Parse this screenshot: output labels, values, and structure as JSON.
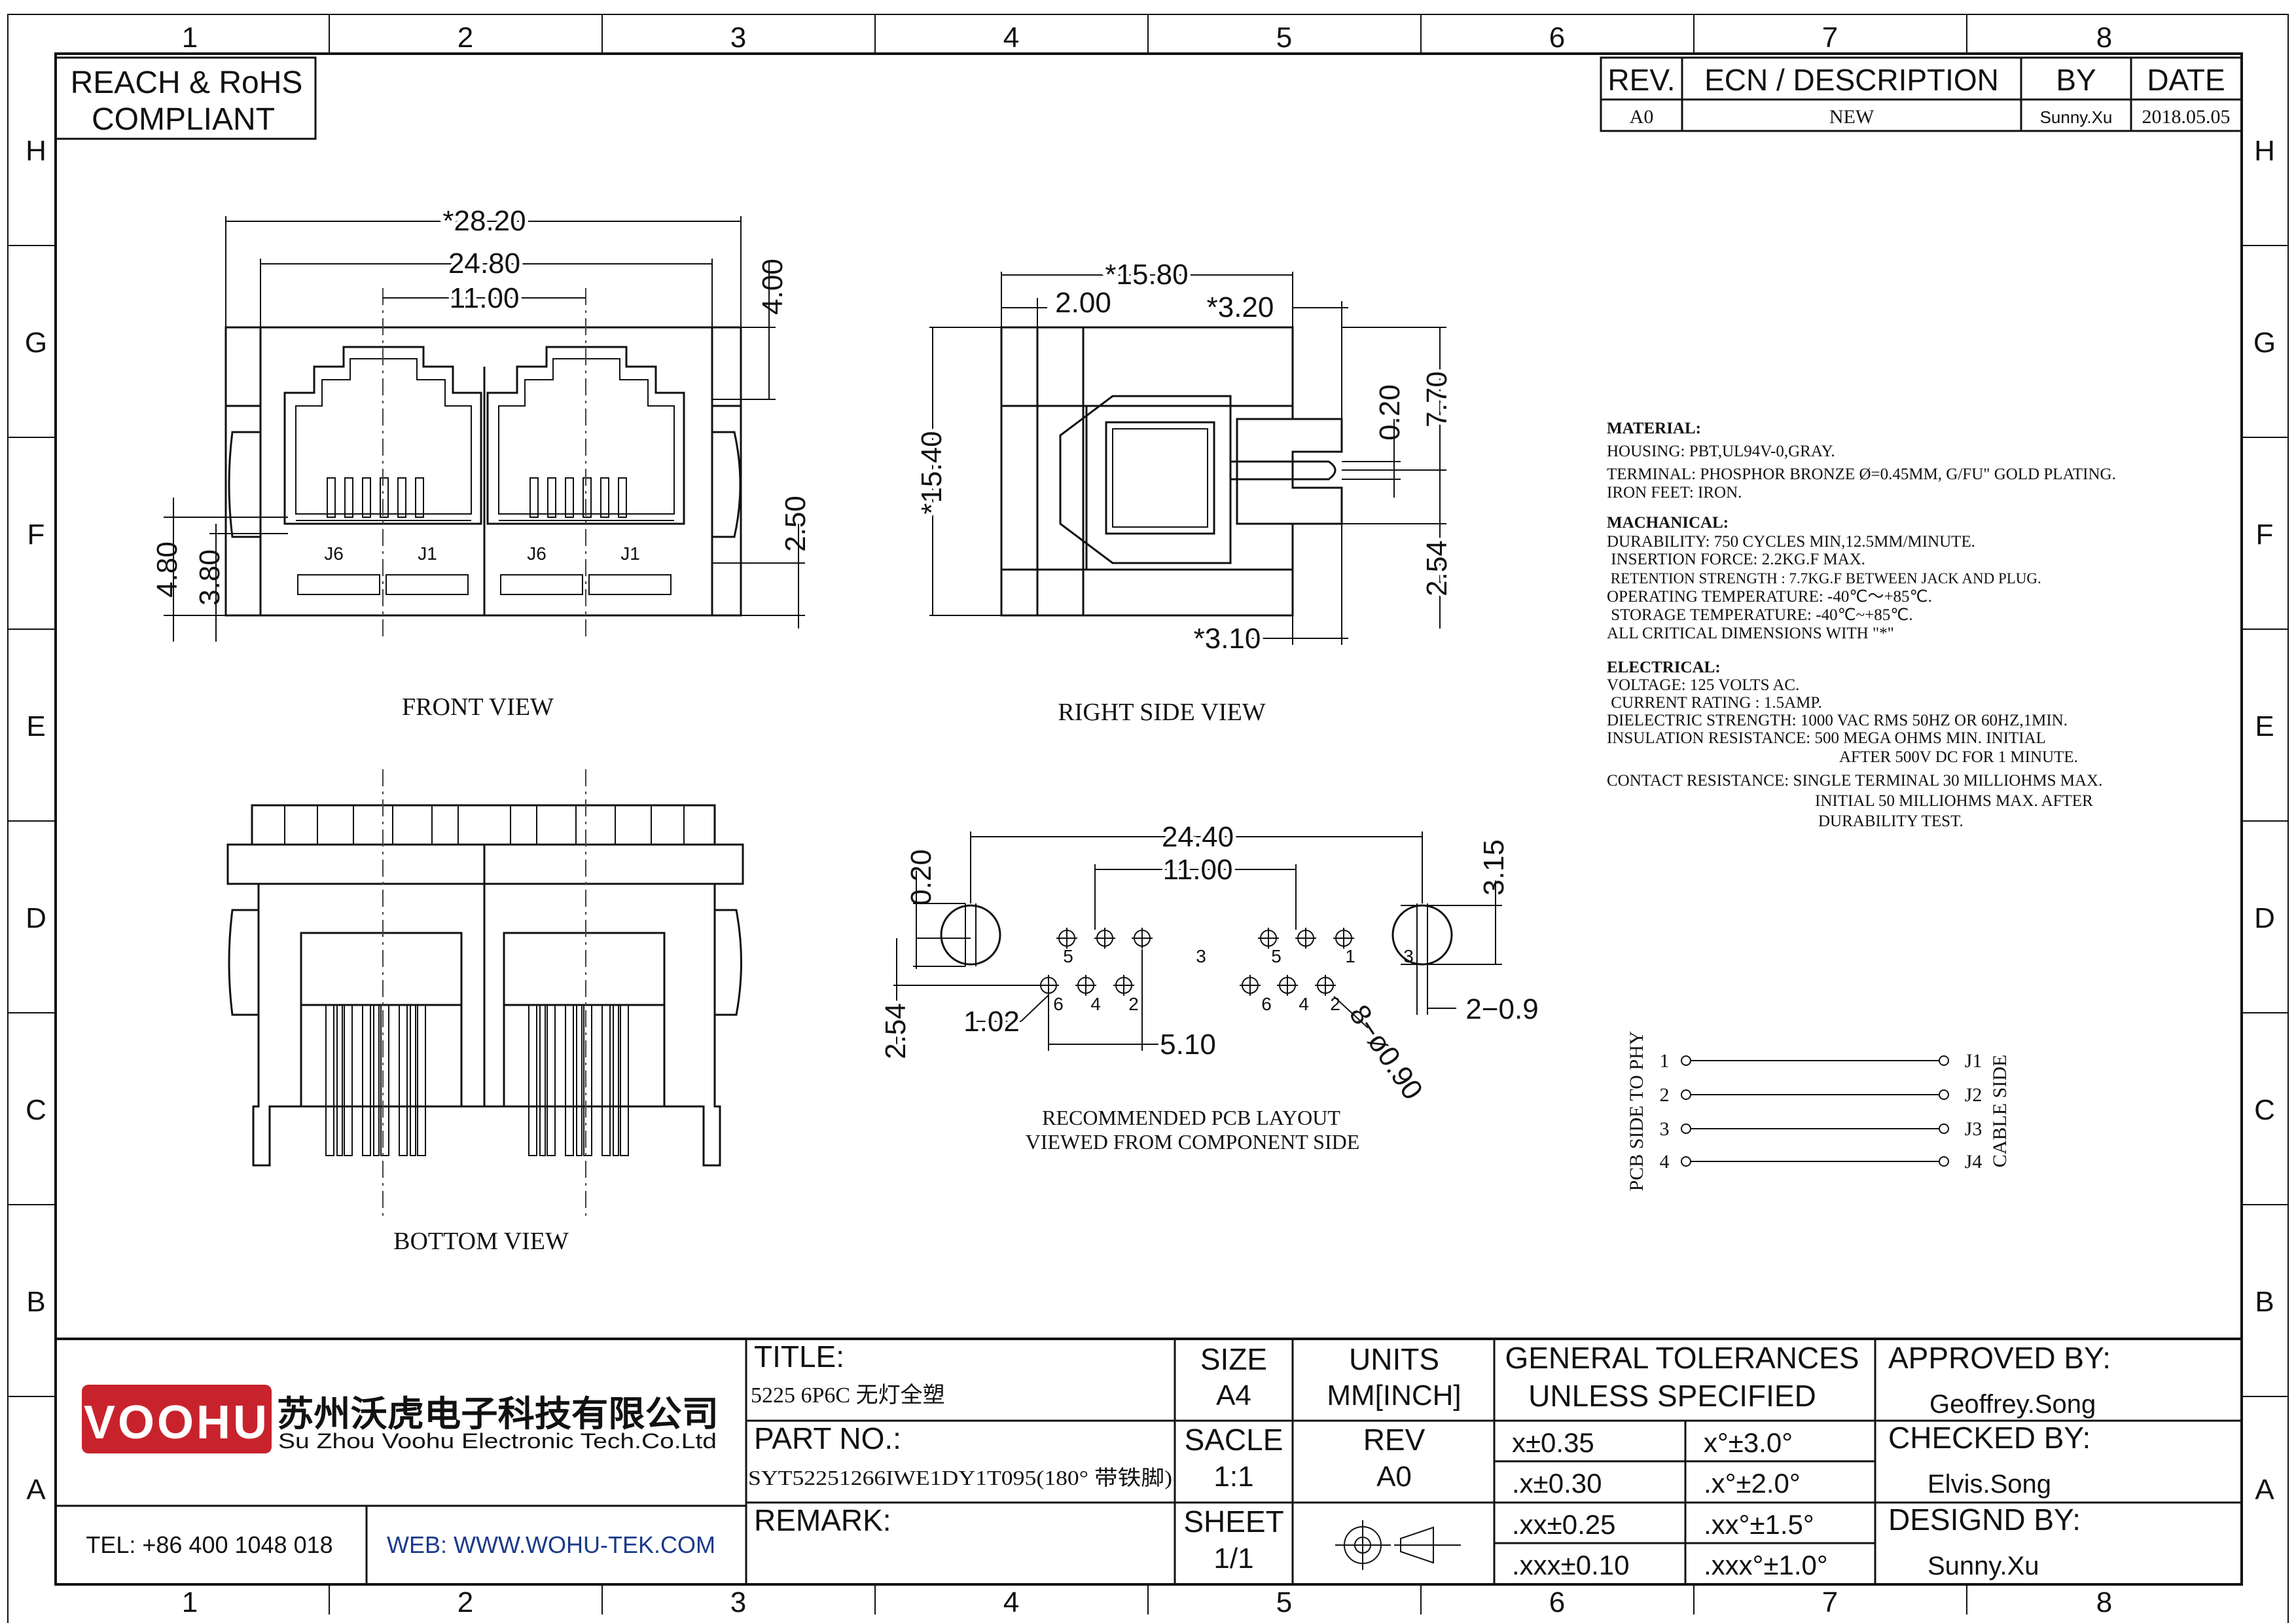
{
  "frame": {
    "columns": [
      "1",
      "2",
      "3",
      "4",
      "5",
      "6",
      "7",
      "8"
    ],
    "rows": [
      "H",
      "G",
      "F",
      "E",
      "D",
      "C",
      "B",
      "A"
    ]
  },
  "compliance": {
    "line1": "REACH & RoHS",
    "line2": "COMPLIANT"
  },
  "revision_table": {
    "headers": {
      "rev": "REV.",
      "ecn": "ECN / DESCRIPTION",
      "by": "BY",
      "date": "DATE"
    },
    "row": {
      "rev": "A0",
      "ecn": "NEW",
      "by": "Sunny.Xu",
      "date": "2018.05.05"
    }
  },
  "front_view": {
    "label": "FRONT VIEW",
    "dim_overall": "*28.20",
    "dim_body": "24.80",
    "dim_pitch": "11.00",
    "dim_top": "4.00",
    "dim_right": "2.50",
    "dim_left_outer": "4.80",
    "dim_left_inner": "3.80",
    "pin_left_a": "J6",
    "pin_left_b": "J1",
    "pin_right_a": "J6",
    "pin_right_b": "J1"
  },
  "side_view": {
    "label": "RIGHT SIDE VIEW",
    "dim_depth": "*15.80",
    "dim_front": "2.00",
    "dim_tail_top": "*3.20",
    "dim_height": "*15.40",
    "dim_slot": "0.20",
    "dim_upper": "7.70",
    "dim_lower": "2.54",
    "dim_tail_bottom": "*3.10"
  },
  "bottom_view": {
    "label": "BOTTOM VIEW"
  },
  "pcb_layout": {
    "caption_line1": "RECOMMENDED PCB LAYOUT",
    "caption_line2": "VIEWED FROM COMPONENT SIDE",
    "dim_overall": "24.40",
    "dim_pitch": "11.00",
    "dim_slot": "0.20",
    "dim_row": "2.54",
    "dim_pin": "1.02",
    "dim_span": "5.10",
    "dim_peg": "3.15",
    "dim_peg_hole": "2−0.9",
    "dim_hole": "8−ø0.90",
    "pin_labels_left": [
      "5",
      "3",
      "6",
      "4",
      "2"
    ],
    "pin_labels_right": [
      "5",
      "1",
      "6",
      "4",
      "2"
    ],
    "center_label": "3",
    "peg_label": "3"
  },
  "specs": {
    "material_title": "MATERIAL:",
    "material": [
      "HOUSING: PBT,UL94V-0,GRAY.",
      "TERMINAL: PHOSPHOR BRONZE Ø=0.45MM, G/FU\" GOLD PLATING.",
      "IRON FEET: IRON."
    ],
    "mechanical_title": "MACHANICAL:",
    "mechanical": [
      "DURABILITY: 750 CYCLES MIN,12.5MM/MINUTE.",
      " INSERTION FORCE: 2.2KG.F MAX.",
      " RETENTION STRENGTH : 7.7KG.F BETWEEN JACK AND PLUG.",
      "OPERATING TEMPERATURE: -40℃～+85℃.",
      " STORAGE TEMPERATURE: -40℃~+85℃.",
      "ALL CRITICAL DIMENSIONS WITH \"*\""
    ],
    "electrical_title": "ELECTRICAL:",
    "electrical": [
      "VOLTAGE: 125 VOLTS AC.",
      " CURRENT RATING : 1.5AMP.",
      "DIELECTRIC STRENGTH: 1000 VAC RMS 50HZ OR 60HZ,1MIN.",
      "INSULATION RESISTANCE: 500 MEGA OHMS MIN. INITIAL",
      "AFTER 500V DC FOR 1 MINUTE.",
      "CONTACT RESISTANCE: SINGLE TERMINAL 30 MILLIOHMS MAX.",
      "INITIAL 50 MILLIOHMS MAX. AFTER",
      "DURABILITY TEST."
    ]
  },
  "wiring": {
    "left_label": "PCB SIDE TO PHY",
    "right_label": "CABLE SIDE",
    "left_pins": [
      "1",
      "2",
      "3",
      "4"
    ],
    "right_pins": [
      "J1",
      "J2",
      "J3",
      "J4"
    ]
  },
  "title_block": {
    "company_logo": "VOOHU",
    "company_cn": "苏州沃虎电子科技有限公司",
    "company_en": "Su Zhou Voohu Electronic Tech.Co.Ltd",
    "tel": "TEL: +86 400 1048 018",
    "web": "WEB: WWW.WOHU-TEK.COM",
    "title_label": "TITLE:",
    "title_value": "5225 6P6C 无灯全塑",
    "part_label": "PART NO.:",
    "part_value": "SYT52251266IWE1DY1T095(180° 带铁脚)",
    "remark_label": "REMARK:",
    "size_label": "SIZE",
    "size_value": "A4",
    "units_label": "UNITS",
    "units_value": "MM[INCH]",
    "scale_label": "SACLE",
    "scale_value": "1:1",
    "rev_label": "REV",
    "rev_value": "A0",
    "sheet_label": "SHEET",
    "sheet_value": "1/1",
    "tol_title_1": "GENERAL TOLERANCES",
    "tol_title_2": "UNLESS SPECIFIED",
    "tol_linear": [
      "x±0.35",
      ".x±0.30",
      ".xx±0.25",
      ".xxx±0.10"
    ],
    "tol_angular": [
      "x°±3.0°",
      ".x°±2.0°",
      ".xx°±1.5°",
      ".xxx°±1.0°"
    ],
    "approved_label": "APPROVED BY:",
    "approved_value": "Geoffrey.Song",
    "checked_label": "CHECKED BY:",
    "checked_value": "Elvis.Song",
    "designed_label": "DESIGND BY:",
    "designed_value": "Sunny.Xu"
  },
  "colors": {
    "logo_red": "#c8232c",
    "line": "#111111",
    "web_blue": "#1a3a8a"
  }
}
